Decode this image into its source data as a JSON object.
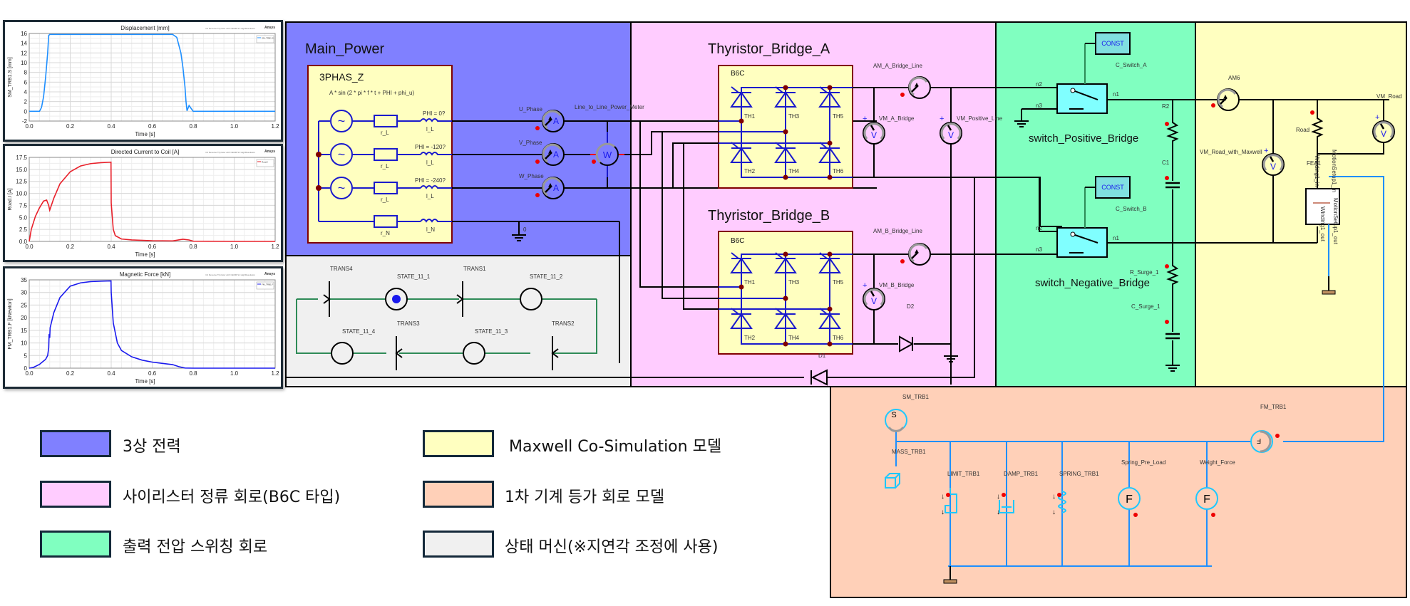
{
  "colors": {
    "main_power": "#8080ff",
    "thyristor": "#ffccff",
    "switching": "#80ffc0",
    "maxwell": "#ffffc0",
    "mechanical": "#ffd0b8",
    "state_machine": "#f0f0f0"
  },
  "chart_data": [
    {
      "type": "line",
      "title": "Displacement [mm]",
      "subtitle": "C2 Reverse Thyristor with CEDM S1 HighResolution",
      "brand": "Ansys",
      "xlabel": "Time [s]",
      "ylabel": "SM_TRB1.S [mm]",
      "xlim": [
        0,
        1.2
      ],
      "ylim": [
        -2,
        16
      ],
      "xticks": [
        "0.0",
        "0.2",
        "0.4",
        "0.6",
        "0.8",
        "1.0",
        "1.2"
      ],
      "yticks": [
        "-2",
        "0",
        "2",
        "4",
        "6",
        "8",
        "10",
        "12",
        "14",
        "16"
      ],
      "grid": true,
      "legend": "top-right",
      "series": [
        {
          "name": "SM_TRB1.S",
          "color": "#1e8fff",
          "x": [
            0,
            0.05,
            0.06,
            0.07,
            0.08,
            0.09,
            0.095,
            0.1,
            0.2,
            0.4,
            0.6,
            0.7,
            0.72,
            0.74,
            0.75,
            0.76,
            0.765,
            0.77,
            0.78,
            0.79,
            0.8,
            1.0,
            1.2
          ],
          "y": [
            0,
            0,
            0.8,
            3,
            7,
            12,
            15.6,
            15.8,
            15.8,
            15.8,
            15.8,
            15.8,
            15.2,
            12,
            9,
            5,
            2,
            0.1,
            1.2,
            0.6,
            0,
            0,
            0
          ]
        }
      ]
    },
    {
      "type": "line",
      "title": "Directed Current to Coil [A]",
      "subtitle": "C2 Reverse Thyristor with CEDM S1 HighResolution",
      "brand": "Ansys",
      "xlabel": "Time [s]",
      "ylabel": "Road.I [A]",
      "xlim": [
        0,
        1.2
      ],
      "ylim": [
        0,
        17.5
      ],
      "xticks": [
        "0.0",
        "0.2",
        "0.4",
        "0.6",
        "0.8",
        "1.0",
        "1.2"
      ],
      "yticks": [
        "0.0",
        "2.5",
        "5.0",
        "7.5",
        "10.0",
        "12.5",
        "15.0",
        "17.5"
      ],
      "grid": true,
      "legend": "top-right",
      "series": [
        {
          "name": "Road.I",
          "color": "#e8202a",
          "x": [
            0,
            0.01,
            0.03,
            0.05,
            0.07,
            0.085,
            0.095,
            0.1,
            0.12,
            0.15,
            0.2,
            0.25,
            0.3,
            0.35,
            0.399,
            0.4,
            0.41,
            0.42,
            0.45,
            0.5,
            0.6,
            0.7,
            0.75,
            0.78,
            0.8,
            1.0,
            1.2
          ],
          "y": [
            0,
            2.5,
            5.2,
            7.0,
            8.4,
            8.6,
            7.5,
            6.5,
            9.0,
            12.0,
            14.5,
            15.7,
            16.2,
            16.4,
            16.5,
            8.0,
            2.5,
            1.2,
            0.5,
            0.3,
            0.15,
            0.1,
            0.45,
            0.3,
            0.05,
            0,
            0
          ]
        }
      ]
    },
    {
      "type": "line",
      "title": "Magnetic Force [kN]",
      "subtitle": "C2 Reverse Thyristor with CEDM S1 HighResolution",
      "brand": "Ansys",
      "xlabel": "Time [s]",
      "ylabel": "FM_TRB1.F [kNewton]",
      "xlim": [
        0,
        1.2
      ],
      "ylim": [
        0,
        35
      ],
      "xticks": [
        "0.0",
        "0.2",
        "0.4",
        "0.6",
        "0.8",
        "1.0",
        "1.2"
      ],
      "yticks": [
        "0",
        "5",
        "10",
        "15",
        "20",
        "25",
        "30",
        "35"
      ],
      "grid": true,
      "legend": "top-right",
      "series": [
        {
          "name": "FM_TRB1.F",
          "color": "#1a1aee",
          "x": [
            0,
            0.02,
            0.05,
            0.08,
            0.09,
            0.095,
            0.097,
            0.1,
            0.102,
            0.12,
            0.15,
            0.2,
            0.25,
            0.3,
            0.35,
            0.399,
            0.4,
            0.41,
            0.43,
            0.45,
            0.5,
            0.55,
            0.6,
            0.65,
            0.7,
            0.73,
            0.76,
            0.8,
            1.0,
            1.2
          ],
          "y": [
            0,
            0.3,
            1.5,
            3.5,
            5,
            8,
            13.5,
            12,
            16,
            22,
            28,
            32.5,
            33.8,
            34.3,
            34.5,
            34.6,
            30,
            18,
            10,
            7,
            4.5,
            3.2,
            2.4,
            1.9,
            1.4,
            0.6,
            0.05,
            0,
            0,
            0
          ]
        }
      ]
    }
  ],
  "schematic": {
    "main_power": {
      "title": "Main_Power",
      "block_title": "3PHAS_Z",
      "formula": "A * sin (2 * pi * f * t + PHI + phi_u)",
      "phases": [
        {
          "phi": "PHI = 0?",
          "r": "r_L",
          "l": "l_L"
        },
        {
          "phi": "PHI = -120?",
          "r": "r_L",
          "l": "l_L"
        },
        {
          "phi": "PHI = -240?",
          "r": "r_L",
          "l": "l_L"
        }
      ],
      "neutral": {
        "r": "r_N",
        "l": "l_N"
      },
      "ammeters": [
        "U_Phase",
        "V_Phase",
        "W_Phase"
      ],
      "wattmeter": "Line_to_Line_Power_Meter",
      "wattmeter_symbol": "W",
      "ammeter_symbol": "A",
      "ground_label": "0"
    },
    "bridge_a": {
      "title": "Thyristor_Bridge_A",
      "block": "B6C",
      "thyristors": [
        "TH1",
        "TH3",
        "TH5",
        "TH2",
        "TH4",
        "TH6"
      ],
      "ammeter": "AM_A_Bridge_Line",
      "voltmeters": [
        "VM_A_Bridge",
        "VM_Positive_Line"
      ]
    },
    "bridge_b": {
      "title": "Thyristor_Bridge_B",
      "block": "B6C",
      "thyristors": [
        "TH1",
        "TH3",
        "TH5",
        "TH2",
        "TH4",
        "TH6"
      ],
      "ammeter": "AM_B_Bridge_Line",
      "voltmeter": "VM_B_Bridge",
      "diodes": [
        "D1",
        "D2"
      ]
    },
    "switching": {
      "const_label": "CONST",
      "switch_a": {
        "name": "switch_Positive_Bridge",
        "control": "C_Switch_A",
        "n1": "n1",
        "n2": "n2",
        "n3": "n3"
      },
      "switch_b": {
        "name": "switch_Negative_Bridge",
        "control": "C_Switch_B",
        "n1": "n1",
        "n2": "n2",
        "n3": "n3"
      },
      "components": [
        "R2",
        "C1",
        "R_Surge_1",
        "C_Surge_1"
      ]
    },
    "maxwell": {
      "ammeter": "AM6",
      "voltmeters": [
        "VM_Road_with_Maxwell",
        "VM_Road"
      ],
      "resistor": "Road",
      "fea": "FEA1",
      "ports": [
        "Winding1_in",
        "Winding1_out",
        "MotionSetup1_in",
        "MotionSetup1_out"
      ]
    },
    "mechanical": {
      "components": [
        "SM_TRB1",
        "MASS_TRB1",
        "LIMIT_TRB1",
        "DAMP_TRB1",
        "SPRING_TRB1",
        "Spring_Pre_Load",
        "Weight_Force",
        "FM_TRB1"
      ],
      "sensor_symbol": "S",
      "force_symbol": "F"
    },
    "state_machine": {
      "states": [
        "STATE_11_1",
        "STATE_11_2",
        "STATE_11_3",
        "STATE_11_4"
      ],
      "transitions": [
        "TRANS4",
        "TRANS1",
        "TRANS3",
        "TRANS2"
      ]
    }
  },
  "legend": [
    {
      "label": "3상 전력",
      "color": "#8080ff"
    },
    {
      "label": "사이리스터 정류 회로(B6C 타입)",
      "color": "#ffccff"
    },
    {
      "label": "출력 전압 스위칭 회로",
      "color": "#80ffc0"
    },
    {
      "label": "Maxwell Co-Simulation 모델",
      "color": "#ffffc0"
    },
    {
      "label": "1차 기계 등가 회로 모델",
      "color": "#ffd0b8"
    },
    {
      "label": "상태 머신(※지연각 조정에 사용)",
      "color": "#f0f0f0"
    }
  ]
}
